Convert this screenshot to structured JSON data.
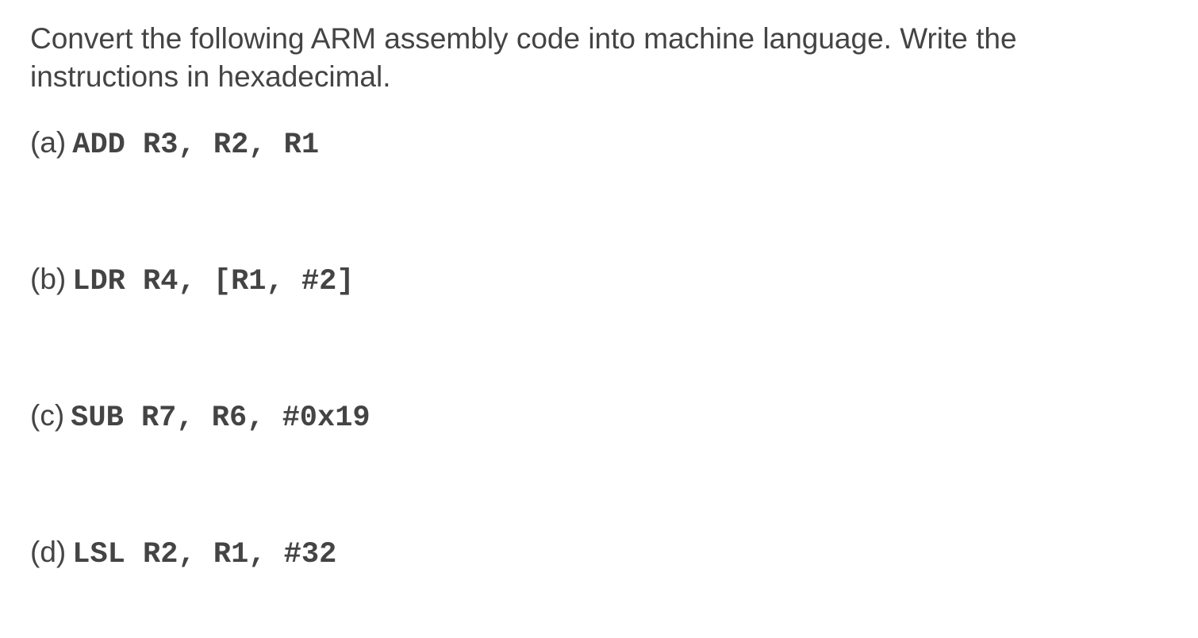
{
  "question": {
    "prompt": "Convert the following ARM assembly code into machine language. Write the instructions in hexadecimal."
  },
  "items": [
    {
      "label": "(a)",
      "code": "ADD R3, R2, R1"
    },
    {
      "label": "(b)",
      "code": "LDR R4, [R1, #2]"
    },
    {
      "label": "(c)",
      "code": "SUB R7, R6, #0x19"
    },
    {
      "label": "(d)",
      "code": "LSL R2, R1, #32"
    }
  ]
}
